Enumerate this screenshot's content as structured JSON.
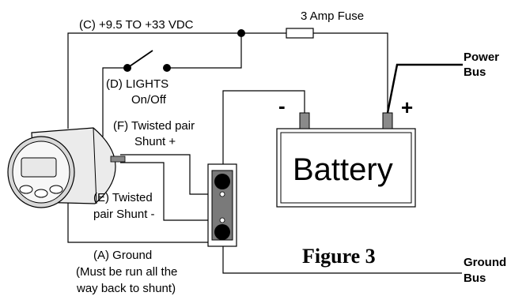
{
  "labels": {
    "supply": "(C) +9.5 TO +33 VDC",
    "fuse": "3 Amp Fuse",
    "lights_line1": "(D) LIGHTS",
    "lights_line2": "On/Off",
    "twisted_plus_line1": "(F) Twisted pair",
    "twisted_plus_line2": "Shunt +",
    "twisted_minus_line1": "(E) Twisted",
    "twisted_minus_line2": "pair Shunt -",
    "ground_line1": "(A) Ground",
    "ground_line2": "(Must be run all the",
    "ground_line3": "way back to shunt)",
    "battery": "Battery",
    "minus_sign": "-",
    "plus_sign": "+",
    "power_bus_line1": "Power",
    "power_bus_line2": "Bus",
    "ground_bus_line1": "Ground",
    "ground_bus_line2": "Bus",
    "figure": "Figure 3"
  },
  "icons": [
    "gauge-meter-icon",
    "switch-icon",
    "fuse-icon",
    "shunt-icon",
    "battery-icon"
  ]
}
